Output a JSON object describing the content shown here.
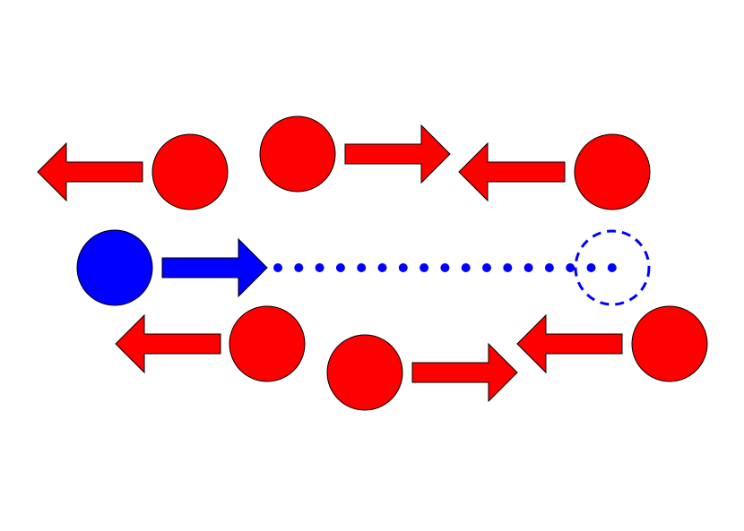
{
  "diagram": {
    "colors": {
      "background": "#ffffff",
      "red_particle": "#ff0000",
      "blue_particle": "#0000ff",
      "outline": "#000000",
      "trail": "#0000ff"
    },
    "icons": {
      "red_particle": "circle",
      "blue_particle": "circle",
      "arrow_left": "arrow-left",
      "arrow_right": "arrow-right",
      "blue_ghost": "dashed-circle"
    }
  }
}
